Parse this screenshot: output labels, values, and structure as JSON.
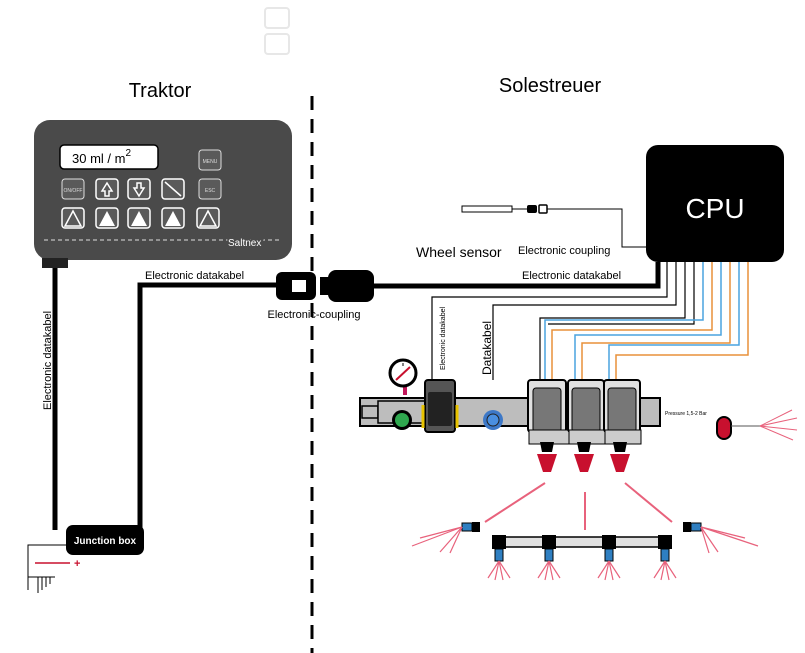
{
  "sections": {
    "tractor": "Traktor",
    "spreader": "Solestreuer"
  },
  "controller": {
    "display_value": "30 ml / m",
    "display_sup": "2",
    "menu": "MENU",
    "esc": "ESC",
    "onoff": "ON/OFF",
    "brand": "Saltnex"
  },
  "cpu": {
    "label": "CPU"
  },
  "wheel_sensor": {
    "label": "Wheel sensor",
    "coupling_label": "Electronic coupling"
  },
  "cables": {
    "datakabel_left": "Electronic datakabel",
    "datakabel_top": "Electronic datakabel",
    "datakabel_cpu": "Electronic datakabel",
    "coupling": "Electronic-coupling",
    "datakabel_valve": "Electronic datakabel",
    "datakabel_sensor": "Datakabel"
  },
  "junction_box": {
    "label": "Junction box"
  },
  "manifold": {
    "pressure_label": "Pressure 1,5-2 Bar"
  },
  "battery": {
    "plus": "+"
  },
  "colors": {
    "controller_bg": "#4a4a4a",
    "cable": "#000000",
    "wire_blue": "#4aa3df",
    "wire_orange": "#e8913a",
    "nozzle_red": "#c8102e",
    "nozzle_blue": "#2f7fc1",
    "spray_pink": "#e8627c",
    "valve_green": "#2fa84f",
    "sensor_blue": "#3d78c7"
  }
}
